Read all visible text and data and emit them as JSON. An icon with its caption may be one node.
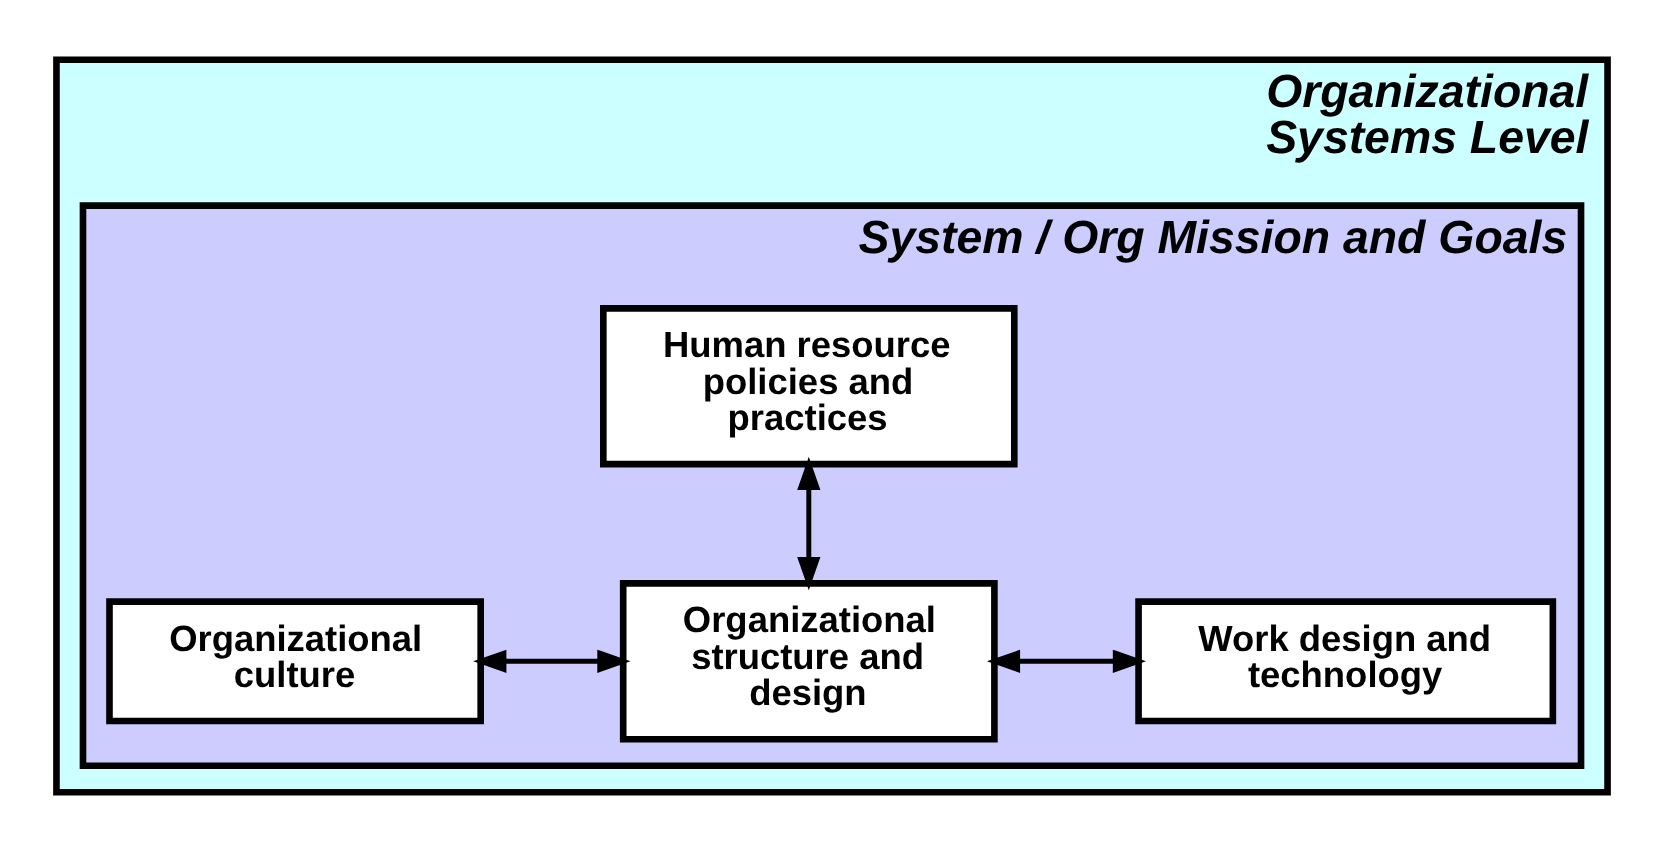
{
  "diagram": {
    "nodes": [
      {
        "text": [
          "Organizational Systems Level"
        ]
      },
      {
        "text": [
          "System / Org Mission and Goals"
        ],
        "in": 0
      },
      {
        "text": [
          "Human resource policies and practices"
        ],
        "in": 1
      },
      {
        "text": [
          "Organizational culture"
        ],
        "in": 1
      },
      {
        "text": [
          "Organizational structure and design"
        ],
        "in": 1
      },
      {
        "text": [
          "Work design and technology"
        ],
        "in": 1
      }
    ],
    "edges": [
      {
        "from": 2,
        "to": 4,
        "arrow": "both"
      },
      {
        "from": 3,
        "to": 4,
        "arrow": "both"
      },
      {
        "from": 4,
        "to": 5,
        "arrow": "both"
      }
    ]
  }
}
